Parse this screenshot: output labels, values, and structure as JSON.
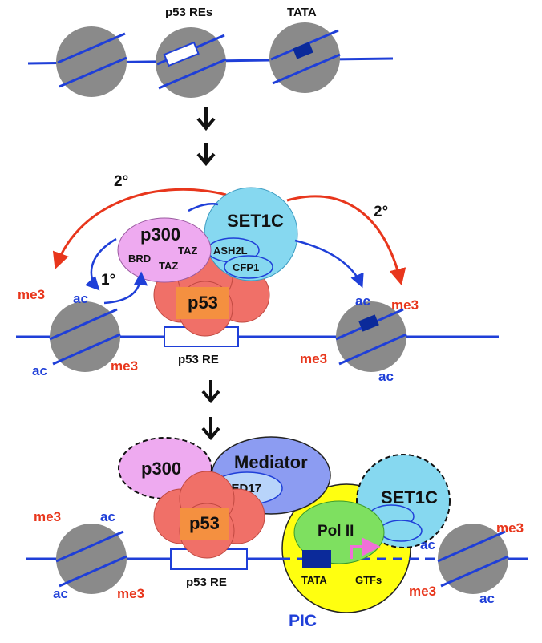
{
  "panel1": {
    "re_label": "p53 REs",
    "tata_label": "TATA"
  },
  "panel2": {
    "secondary_left": "2°",
    "secondary_right": "2°",
    "primary": "1°",
    "p300": "p300",
    "taz_top": "TAZ",
    "brd": "BRD",
    "taz_bottom": "TAZ",
    "set1c": "SET1C",
    "ash2l": "ASH2L",
    "cfp1": "CFP1",
    "p53": "p53",
    "re_label": "p53 RE",
    "me3": "me3",
    "ac": "ac"
  },
  "panel3": {
    "p300": "p300",
    "mediator": "Mediator",
    "med17": "MED17",
    "set1c": "SET1C",
    "p53": "p53",
    "pol2": "Pol II",
    "tata": "TATA",
    "gtfs": "GTFs",
    "re_label": "p53 RE",
    "pic": "PIC",
    "me3": "me3",
    "ac": "ac"
  },
  "colors": {
    "dna": "#1f3fd8",
    "nucleosome": "#8a8a8a",
    "p300": "#eeaaf0",
    "set1c": "#86d8f0",
    "p53": "#f07068",
    "p53_core": "#f49040",
    "mediator": "#8c9cf2",
    "pol2": "#7ee060",
    "pic": "#ffff10",
    "methyl": "#e8361c",
    "acetyl": "#1f3fd8",
    "tss_arrow": "#f070d8"
  }
}
